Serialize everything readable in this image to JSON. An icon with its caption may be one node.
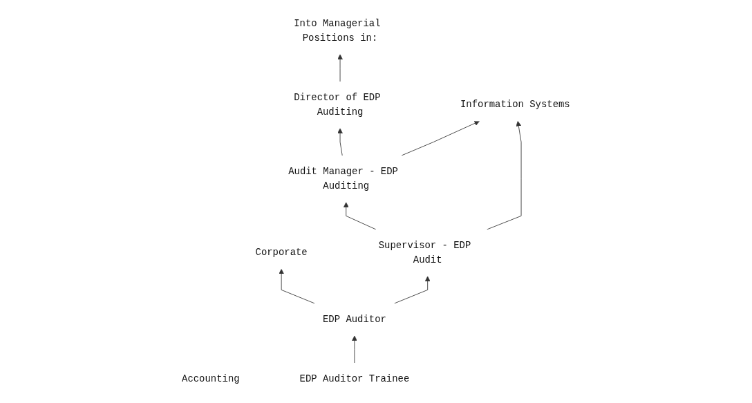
{
  "diagram": {
    "nodes": [
      {
        "text": [
          "Into Managerial Positions in:"
        ]
      },
      {
        "text": [
          "Director of EDP Auditing"
        ]
      },
      {
        "text": [
          "Accounting"
        ]
      },
      {
        "text": [
          "Information Systems"
        ]
      },
      {
        "text": [
          "Corporate"
        ]
      },
      {
        "text": [
          "Audit Manager - EDP Auditing"
        ]
      },
      {
        "text": [
          "Supervisor - EDP Audit"
        ]
      },
      {
        "text": [
          "EDP Auditor"
        ]
      },
      {
        "text": [
          "EDP Auditor Trainee"
        ]
      }
    ],
    "edges": [
      {
        "from": 1,
        "to": 0,
        "arrow": "to"
      },
      {
        "from": 5,
        "to": 1,
        "arrow": "to"
      },
      {
        "from": 5,
        "to": 3,
        "arrow": "to"
      },
      {
        "from": 6,
        "to": 3,
        "arrow": "to"
      },
      {
        "from": 6,
        "to": 5,
        "arrow": "to"
      },
      {
        "from": 7,
        "to": 4,
        "arrow": "to"
      },
      {
        "from": 7,
        "to": 6,
        "arrow": "to"
      },
      {
        "from": 8,
        "to": 7,
        "arrow": "to"
      }
    ]
  }
}
